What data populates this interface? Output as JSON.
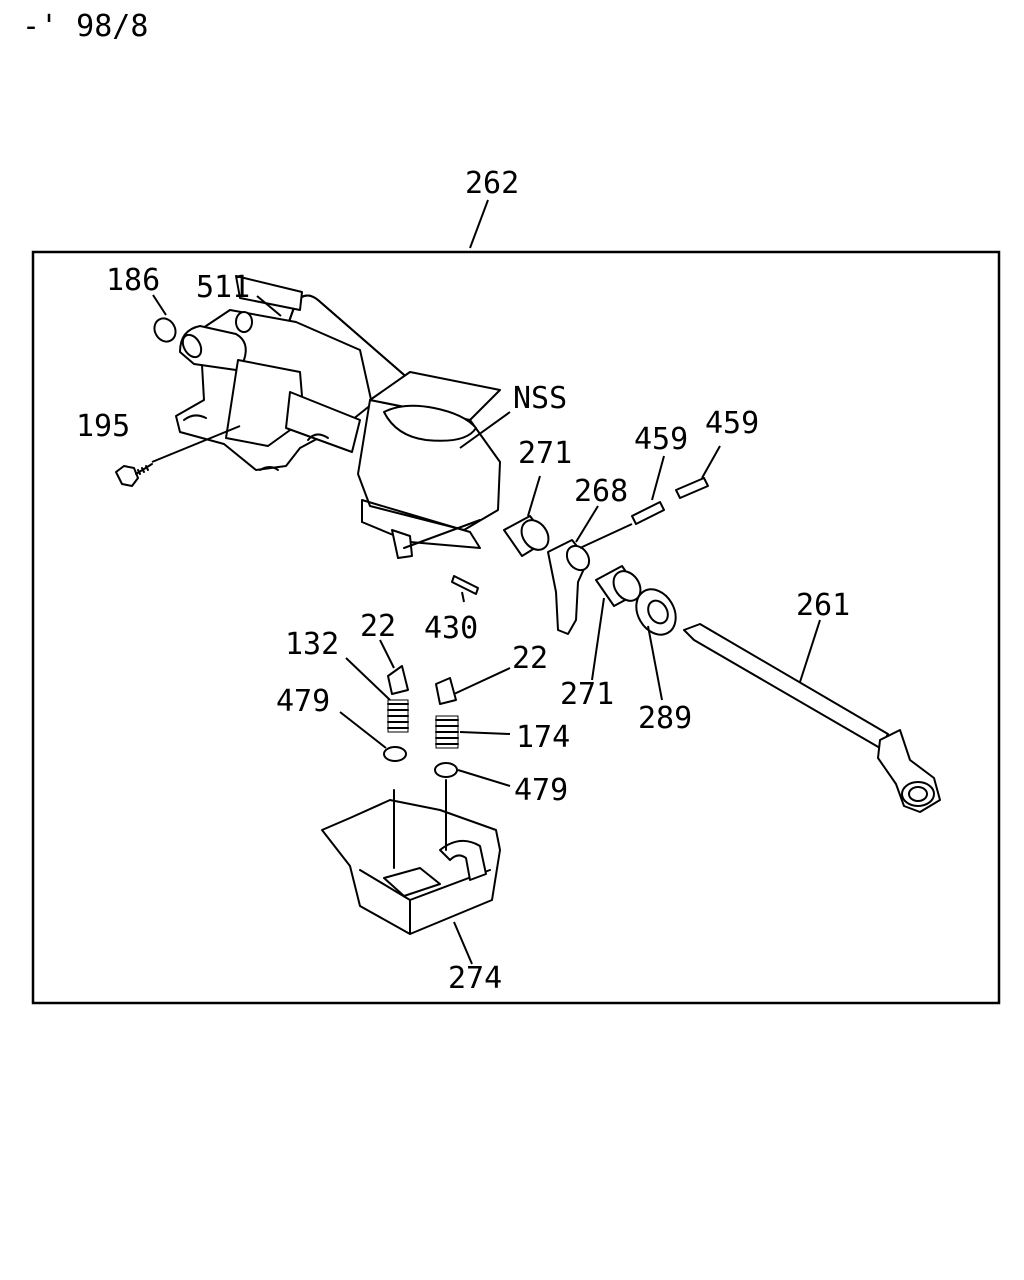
{
  "page_code": "-' 98/8",
  "callouts": {
    "c262": "262",
    "c186": "186",
    "c511": "511",
    "c195": "195",
    "cNSS": "NSS",
    "c271a": "271",
    "c268": "268",
    "c459a": "459",
    "c459b": "459",
    "c261": "261",
    "c430": "430",
    "c22a": "22",
    "c22b": "22",
    "c132": "132",
    "c479a": "479",
    "c174": "174",
    "c479b": "479",
    "c271b": "271",
    "c289": "289",
    "c274": "274"
  }
}
